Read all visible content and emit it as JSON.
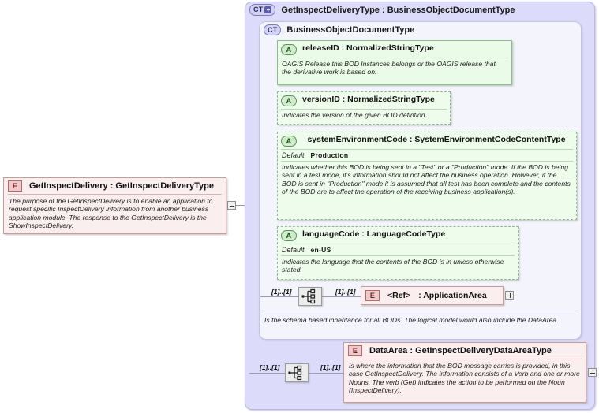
{
  "root_element": {
    "badge": "E",
    "title": "GetInspectDelivery : GetInspectDeliveryType",
    "doc": "The purpose of the GetInspectDelivery is to enable an application to request specific InspectDelivery information from another business application module.  The response to the GetInspectDelivery is the ShowInspectDelivery."
  },
  "outer_type": {
    "badge": "CT",
    "badge_plus": "+",
    "title": "GetInspectDeliveryType : BusinessObjectDocumentType"
  },
  "inner_type": {
    "badge": "CT",
    "title": "BusinessObjectDocumentType"
  },
  "attributes": [
    {
      "badge": "A",
      "name": "releaseID : NormalizedStringType",
      "required": true,
      "default_label": null,
      "default_value": null,
      "doc": "OAGIS Release this BOD Instances belongs or the OAGIS release that the derivative work is based on."
    },
    {
      "badge": "A",
      "name": "versionID : NormalizedStringType",
      "required": false,
      "default_label": null,
      "default_value": null,
      "doc": "Indicates the version of the given BOD defintion."
    },
    {
      "badge": "A",
      "name": "systemEnvironmentCode : SystemEnvironmentCodeContentType",
      "required": false,
      "default_label": "Default",
      "default_value": "Production",
      "doc": "Indicates whether this BOD is being sent in a \"Test\" or a \"Production\" mode. If the BOD is being sent in a test mode, it's information should not affect the business operation. However, if the BOD is sent in \"Production\" mode it is assumed that all test has been complete and the contents of the BOD are to affect the operation of the receiving business application(s)."
    },
    {
      "badge": "A",
      "name": "languageCode : LanguageCodeType",
      "required": false,
      "default_label": "Default",
      "default_value": "en-US",
      "doc": "Indicates the language that the contents of the BOD is in unless otherwise stated."
    }
  ],
  "application_area": {
    "sequence_icon": "sequence-compositor-icon",
    "cardinality_left": "[1]..[1]",
    "cardinality_right": "[1]..[1]",
    "badge": "E",
    "ref_label": "<Ref>",
    "name": ": ApplicationArea",
    "expander": "+"
  },
  "inner_doc": "Is the schema based inheritance for all BODs. The logical model would also include the DataArea.",
  "data_area": {
    "sequence_icon": "sequence-compositor-icon",
    "cardinality_left": "[1]..[1]",
    "cardinality_right": "[1]..[1]",
    "badge": "E",
    "title": "DataArea : GetInspectDeliveryDataAreaType",
    "doc": "Is where the information that the BOD message carries is provided, in this case GetInspectDelivery. The information consists of a Verb and one or more Nouns. The verb (Get) indicates the action to be performed on the Noun (InspectDelivery).",
    "expander": "+"
  },
  "colors": {
    "outer_panel": "#dcdcfa",
    "inner_panel": "#f4f4fc",
    "attribute_fill": "#eafbe8",
    "attribute_border": "#8cbd8c",
    "element_fill": "#fbeeee",
    "element_border": "#c99a9a",
    "connector": "#9a9ab4"
  }
}
